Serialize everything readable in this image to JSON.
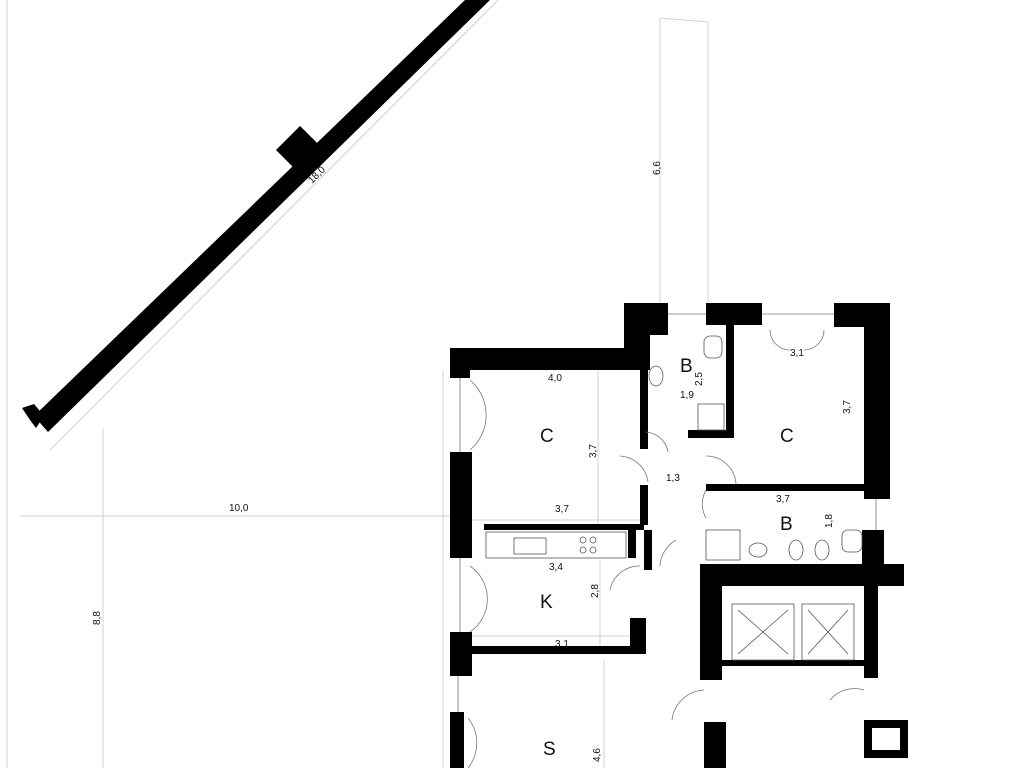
{
  "floor_plan": {
    "rooms": [
      {
        "label": "B"
      },
      {
        "label": "C"
      },
      {
        "label": "C"
      },
      {
        "label": "B"
      },
      {
        "label": "K"
      },
      {
        "label": "S"
      }
    ],
    "dimensions": [
      {
        "value": "18,0"
      },
      {
        "value": "6,6"
      },
      {
        "value": "10,0"
      },
      {
        "value": "8,8"
      },
      {
        "value": "4,0"
      },
      {
        "value": "3,7"
      },
      {
        "value": "3,7"
      },
      {
        "value": "1,9"
      },
      {
        "value": "2,5"
      },
      {
        "value": "3,1"
      },
      {
        "value": "3,7"
      },
      {
        "value": "1,3"
      },
      {
        "value": "3,7"
      },
      {
        "value": "1,8"
      },
      {
        "value": "3,4"
      },
      {
        "value": "2,8"
      },
      {
        "value": "3,1"
      },
      {
        "value": "4,6"
      }
    ]
  }
}
